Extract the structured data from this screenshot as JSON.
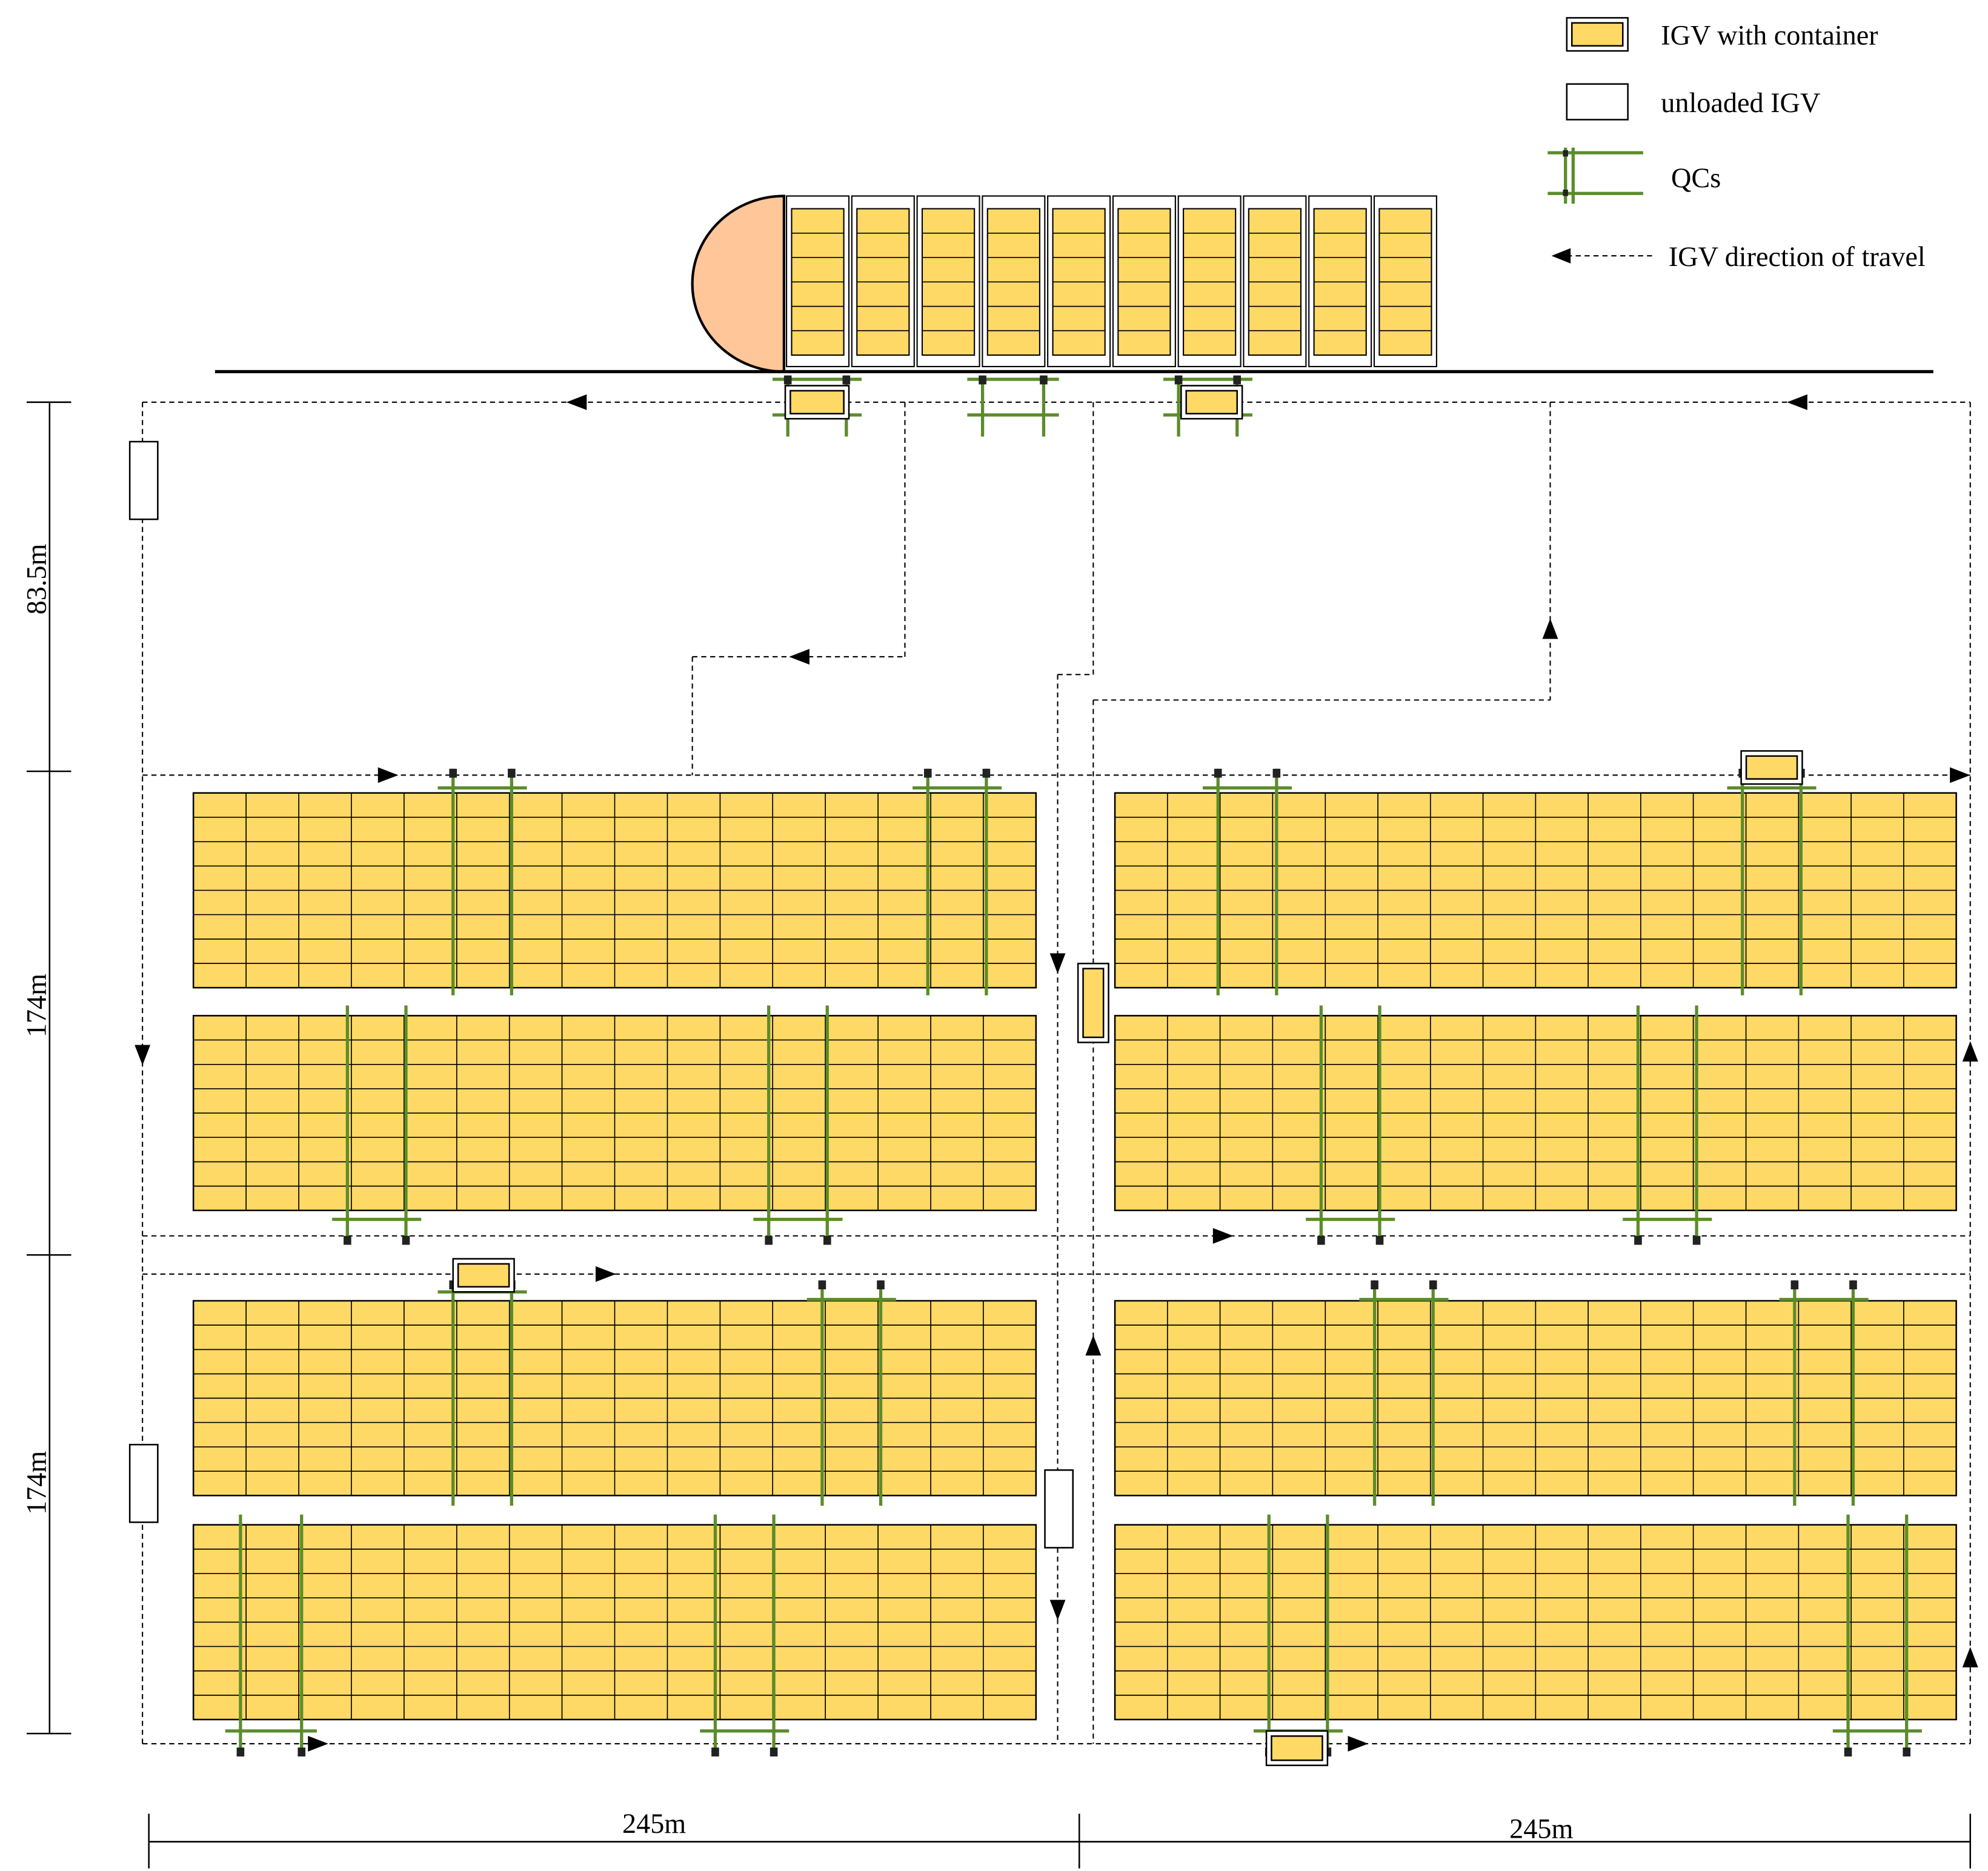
{
  "legend": {
    "igv_with_container": "IGV with container",
    "unloaded_igv": "unloaded IGV",
    "qcs": "QCs",
    "direction": "IGV direction of travel"
  },
  "dimensions": {
    "top_zone": "83.5m",
    "yard_upper": "174m",
    "yard_lower": "174m",
    "width_left": "245m",
    "width_right": "245m"
  },
  "colors": {
    "container": "#FFD966",
    "qc": "#5B8C2A",
    "ship_bow": "#FFC69A",
    "line": "#000000"
  }
}
